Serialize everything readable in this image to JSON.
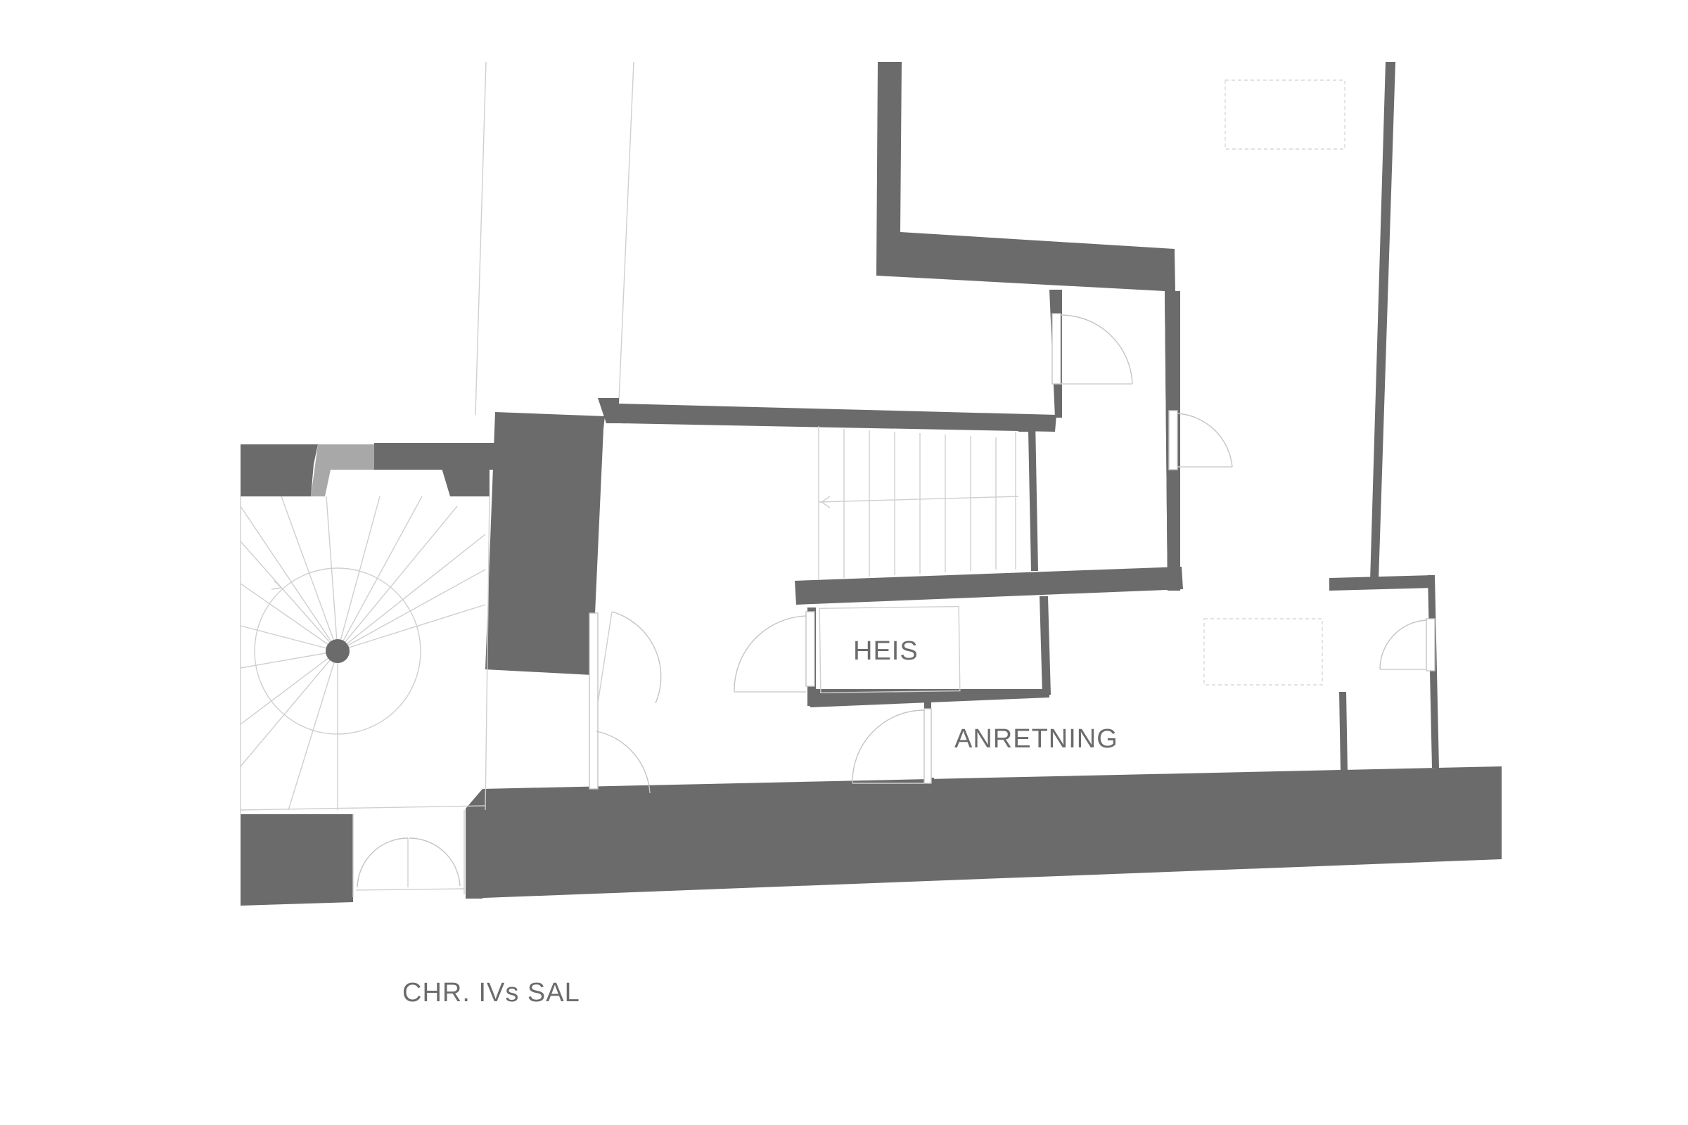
{
  "plan": {
    "title": "",
    "wall_color": "#6b6b6b",
    "line_color": "#cfcfcf",
    "rooms": [
      {
        "id": "heis",
        "label": "HEIS"
      },
      {
        "id": "anretning",
        "label": "ANRETNING"
      }
    ],
    "caption": "CHR. IVs SAL"
  }
}
